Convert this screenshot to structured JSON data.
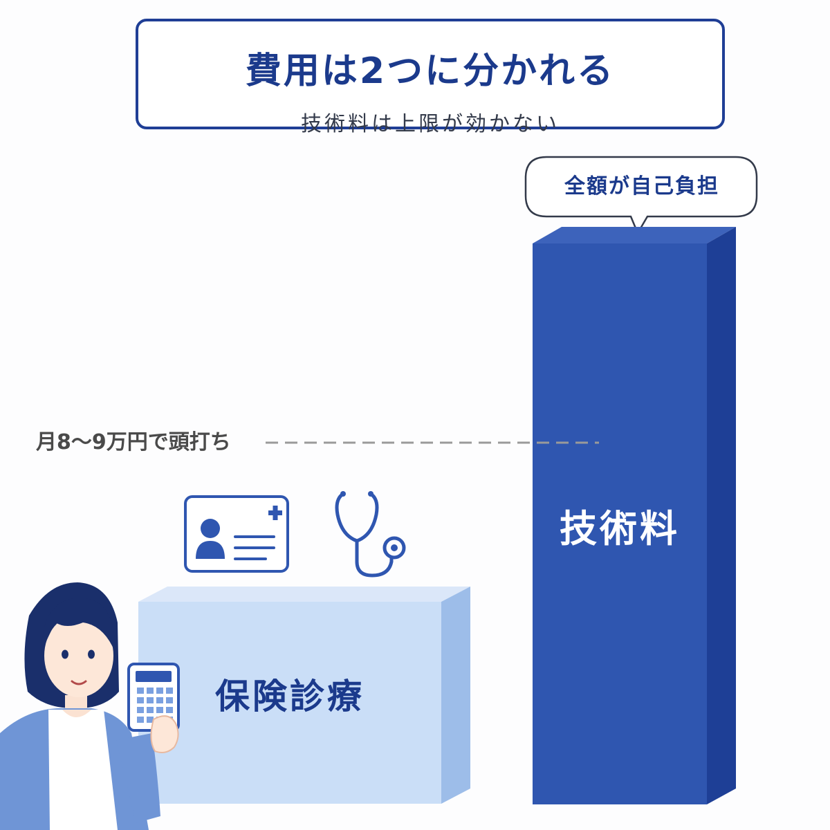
{
  "header": {
    "title": "費用は2つに分かれる",
    "subtitle": "技術料は上限が効かない"
  },
  "callout": {
    "text": "全額が自己負担"
  },
  "cap_line": {
    "label": "月8〜9万円で頭打ち"
  },
  "blocks": {
    "tech": {
      "label": "技術料"
    },
    "insurance": {
      "label": "保険診療"
    }
  },
  "icons": {
    "card": "insurance-card-icon",
    "stethoscope": "stethoscope-icon",
    "calculator": "calculator-icon",
    "person": "woman-with-calculator-illustration"
  },
  "colors": {
    "primary": "#1f3e95",
    "tech_front": "#2f56b0",
    "tech_side": "#1e3f96",
    "insurance_front": "#cadef7",
    "insurance_side": "#9dbde9",
    "dash": "#9a9a9a"
  }
}
